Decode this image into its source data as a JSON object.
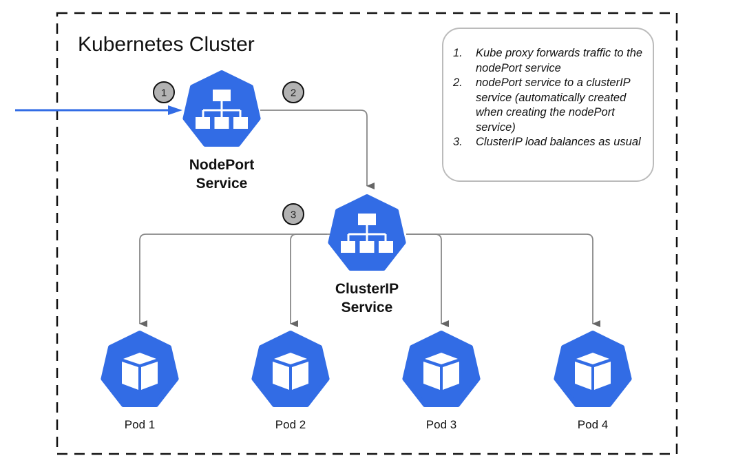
{
  "cluster": {
    "title": "Kubernetes Cluster"
  },
  "colors": {
    "k8s_blue": "#326ce5",
    "badge_fill": "#b3b3b3",
    "connector": "#777777",
    "ingress_arrow": "#326ce5",
    "border": "#111111"
  },
  "services": {
    "nodeport": {
      "line1": "NodePort",
      "line2": "Service",
      "icon": "service-hierarchy-icon"
    },
    "clusterip": {
      "line1": "ClusterIP",
      "line2": "Service",
      "icon": "service-hierarchy-icon"
    }
  },
  "badges": [
    "1",
    "2",
    "3"
  ],
  "pods": [
    {
      "label": "Pod 1",
      "icon": "cube-icon"
    },
    {
      "label": "Pod 2",
      "icon": "cube-icon"
    },
    {
      "label": "Pod 3",
      "icon": "cube-icon"
    },
    {
      "label": "Pod 4",
      "icon": "cube-icon"
    }
  ],
  "notes": [
    {
      "num": "1.",
      "text": "Kube proxy forwards traffic to the nodePort service"
    },
    {
      "num": "2.",
      "text": "nodePort service to a clusterIP service (automatically created when creating the nodePort service)"
    },
    {
      "num": "3.",
      "text": "ClusterIP load balances as usual"
    }
  ]
}
